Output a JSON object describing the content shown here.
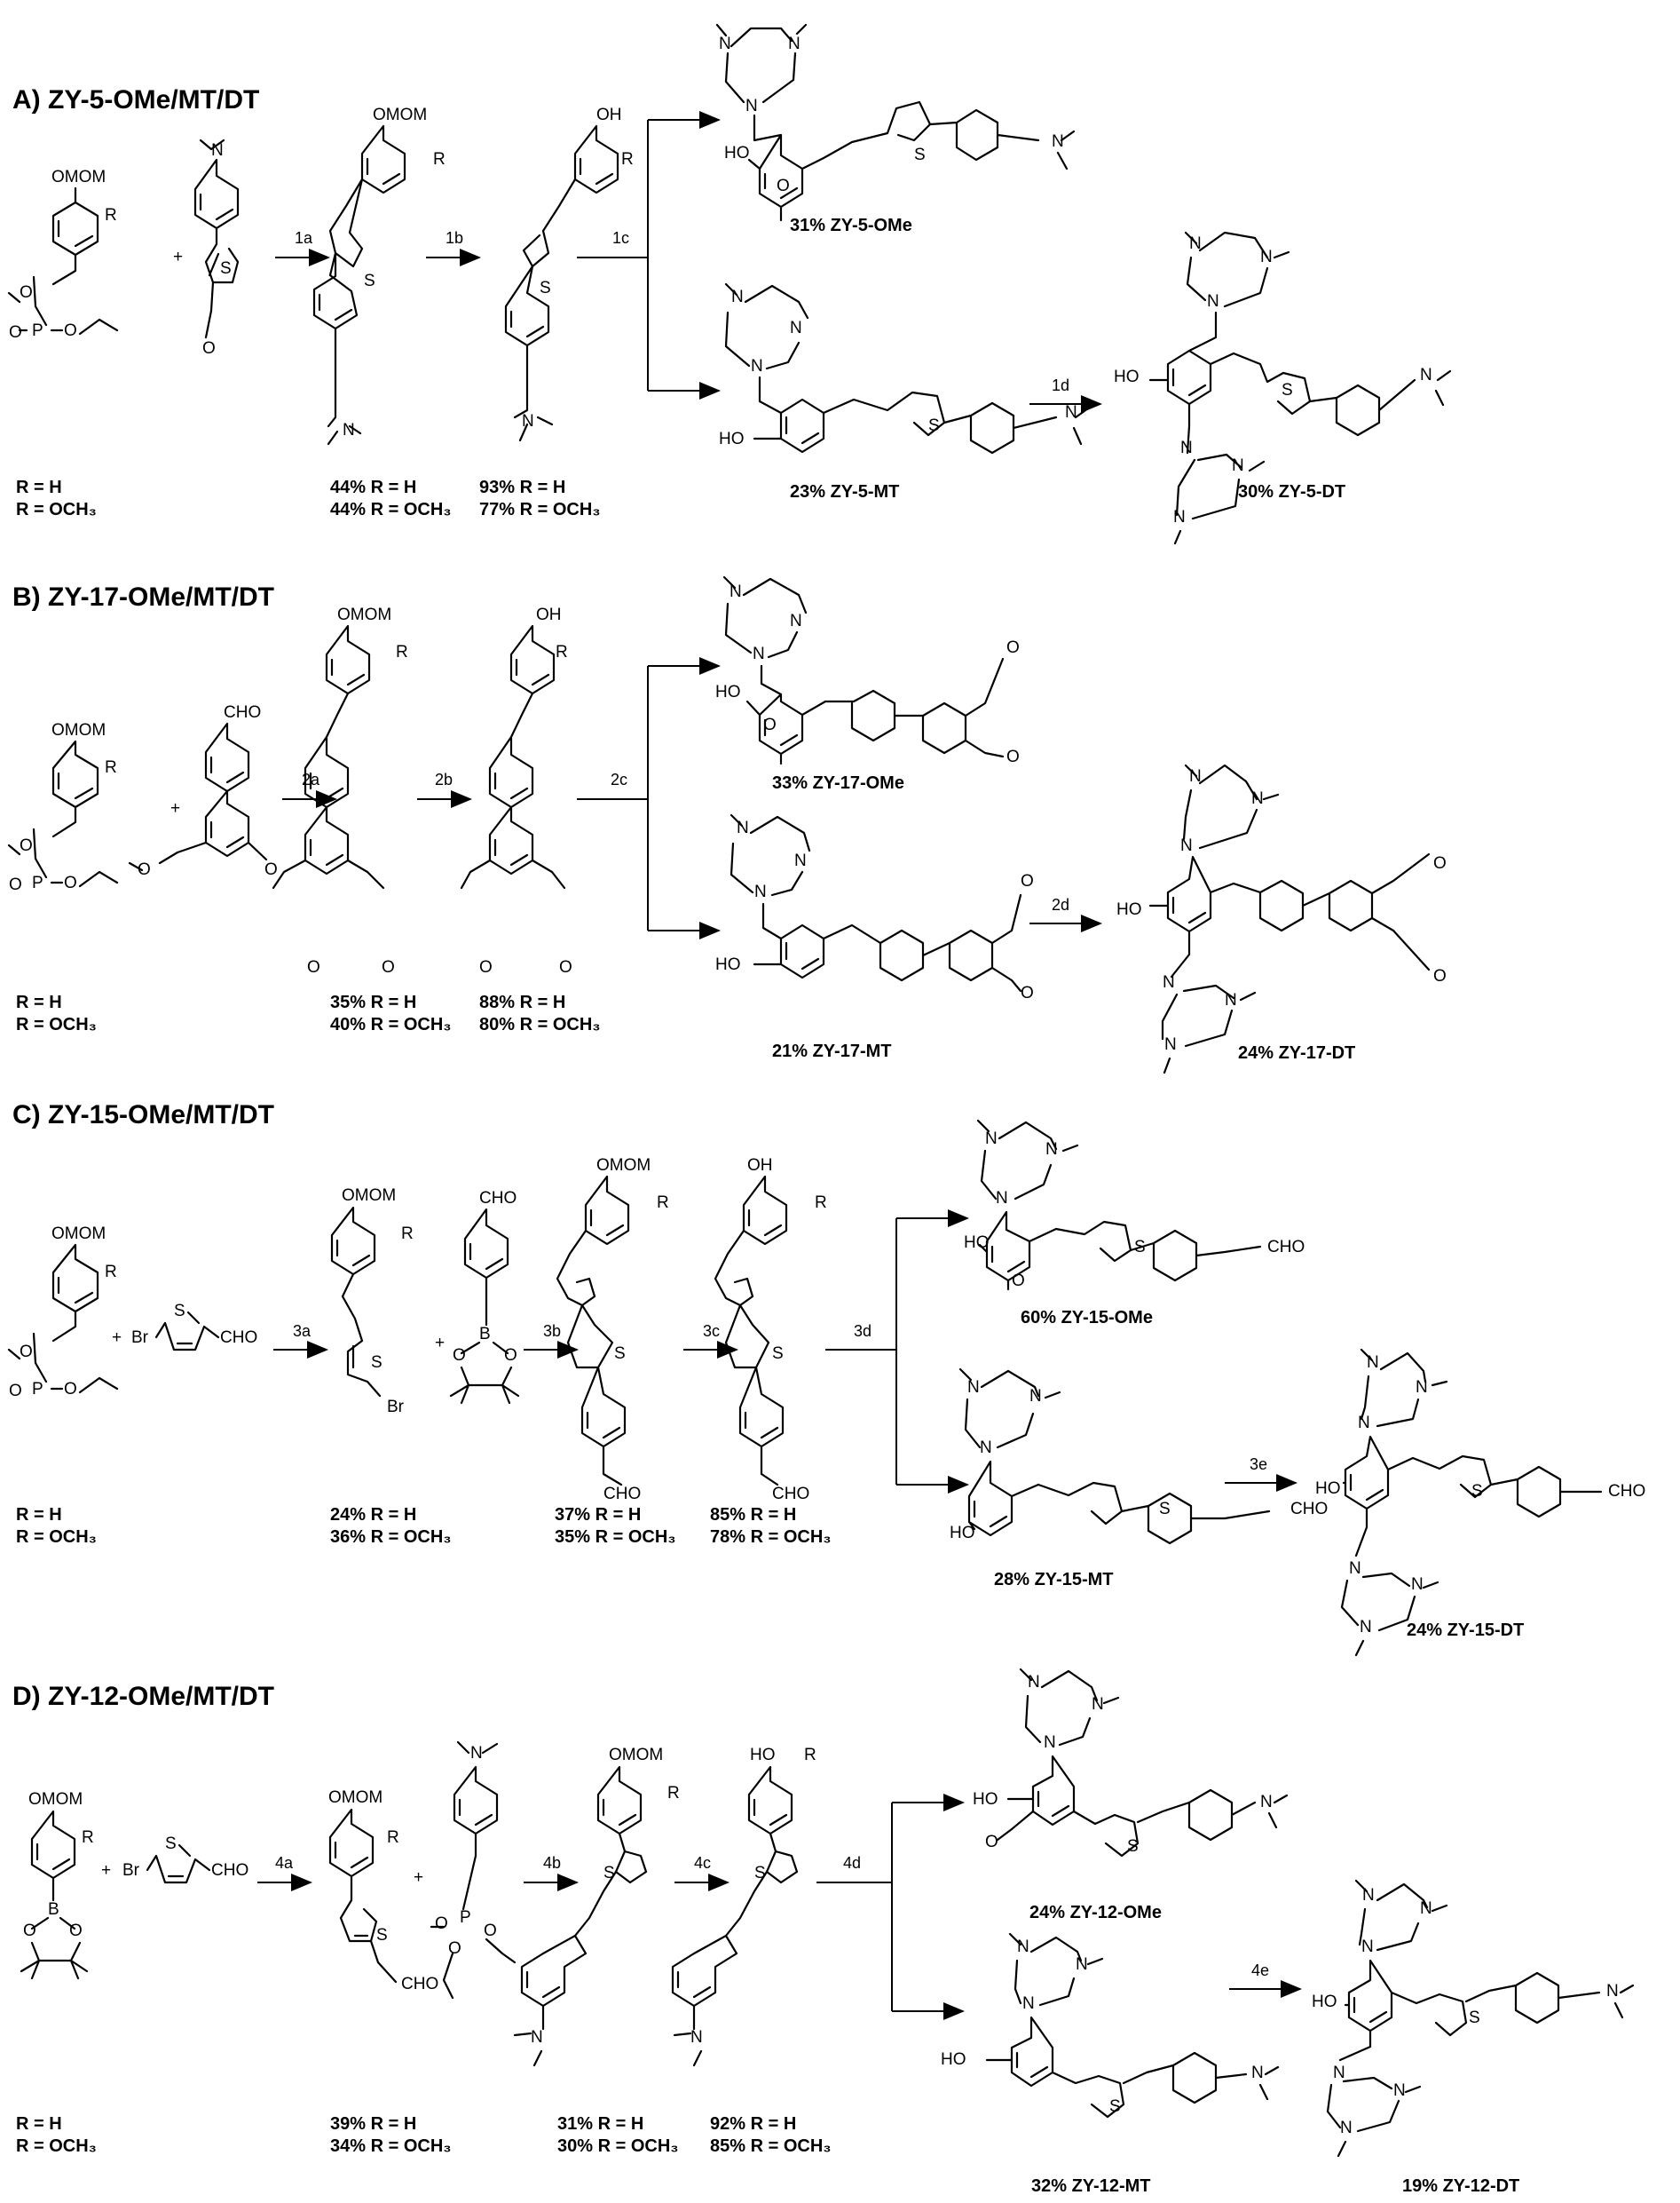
{
  "sections": [
    {
      "title": "A) ZY-5-OMe/MT/DT",
      "conditions": [
        "1a",
        "1b",
        "1c",
        "1d"
      ],
      "sm_r_labels": [
        "R = H",
        "R = OCH₃"
      ],
      "intermediates": [
        {
          "yields": [
            "44%  R = H",
            "44%  R = OCH₃"
          ]
        },
        {
          "yields": [
            "93%  R = H",
            "77%  R = OCH₃"
          ]
        }
      ],
      "products": [
        "31%  ZY-5-OMe",
        "23%  ZY-5-MT",
        "30% ZY-5-DT"
      ]
    },
    {
      "title": "B) ZY-17-OMe/MT/DT",
      "conditions": [
        "2a",
        "2b",
        "2c",
        "2d"
      ],
      "sm_r_labels": [
        "R = H",
        "R = OCH₃"
      ],
      "intermediates": [
        {
          "yields": [
            "35%  R = H",
            "40%  R = OCH₃"
          ]
        },
        {
          "yields": [
            "88%  R = H",
            "80%  R = OCH₃"
          ]
        }
      ],
      "products": [
        "33%  ZY-17-OMe",
        "21%  ZY-17-MT",
        "24% ZY-17-DT"
      ]
    },
    {
      "title": "C) ZY-15-OMe/MT/DT",
      "conditions": [
        "3a",
        "3b",
        "3c",
        "3d",
        "3e"
      ],
      "sm_r_labels": [
        "R = H",
        "R = OCH₃"
      ],
      "intermediates": [
        {
          "yields": [
            "24%  R = H",
            "36%  R = OCH₃"
          ]
        },
        {
          "yields": [
            "37%  R = H",
            "35%  R = OCH₃"
          ]
        },
        {
          "yields": [
            "85%  R = H",
            "78%  R = OCH₃"
          ]
        }
      ],
      "products": [
        "60%  ZY-15-OMe",
        "28%  ZY-15-MT",
        "24% ZY-15-DT"
      ]
    },
    {
      "title": "D) ZY-12-OMe/MT/DT",
      "conditions": [
        "4a",
        "4b",
        "4c",
        "4d",
        "4e"
      ],
      "sm_r_labels": [
        "R = H",
        "R = OCH₃"
      ],
      "intermediates": [
        {
          "yields": [
            "39%  R = H",
            "34%  R = OCH₃"
          ]
        },
        {
          "yields": [
            "31%  R = H",
            "30%  R = OCH₃"
          ]
        },
        {
          "yields": [
            "92%  R = H",
            "85%  R = OCH₃"
          ]
        }
      ],
      "products": [
        "24%  ZY-12-OMe",
        "32%  ZY-12-MT",
        "19% ZY-12-DT"
      ]
    }
  ],
  "atom_labels": {
    "omom": "OMOM",
    "oh": "OH",
    "ho": "HO",
    "r": "R",
    "s": "S",
    "n": "N",
    "o": "O",
    "p": "P",
    "b": "B",
    "br": "Br",
    "cho": "CHO",
    "plus": "+"
  }
}
